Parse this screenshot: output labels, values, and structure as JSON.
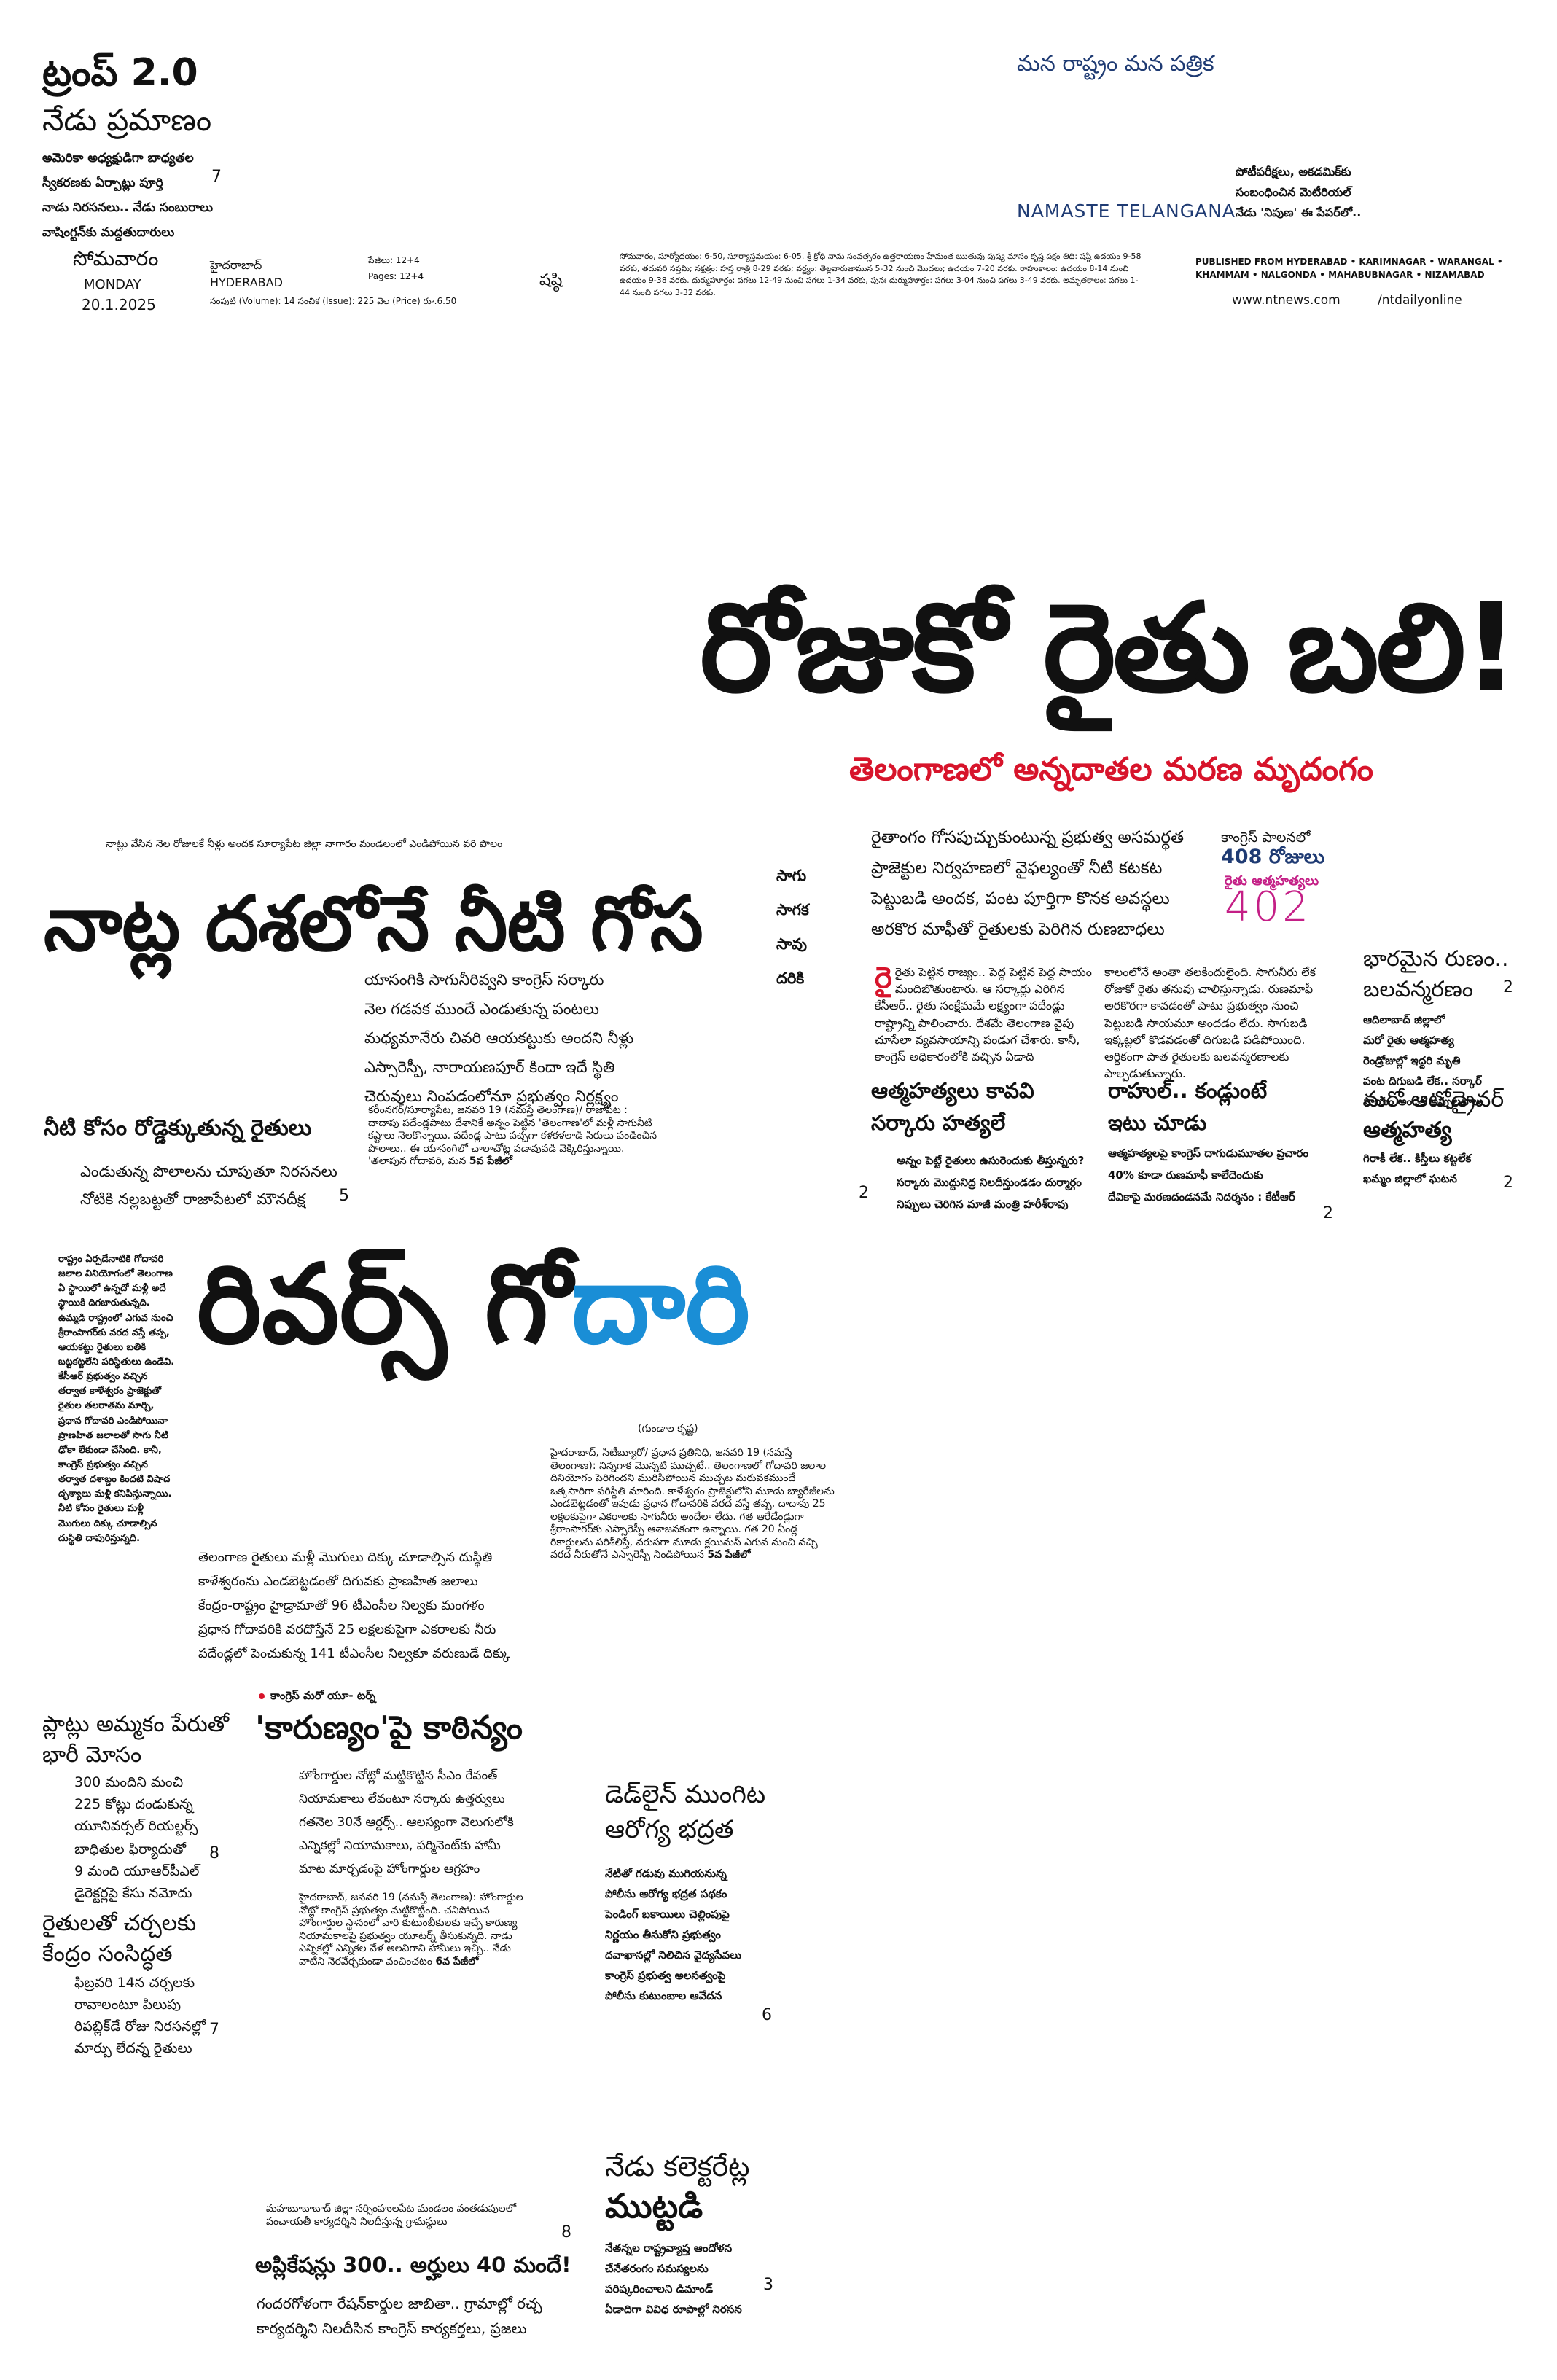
{
  "masthead": {
    "trump_title": "ట్రంప్ 2.0",
    "trump_sub": "నేడు ప్రమాణం",
    "trump_lines": [
      "అమెరికా అధ్యక్షుడిగా బాధ్యతల",
      "స్వీకరణకు ఏర్పాట్లు పూర్తి",
      "నాడు నిరసనలు.. నేడు సంబురాలు",
      "వాషింగ్టన్‌కు మద్దతుదారులు"
    ],
    "trump_page": "7",
    "slogan": "మన రాష్ట్రం మన పత్రిక",
    "paper_name": "NAMASTE TELANGANA",
    "top_right_lines": [
      "పోటీపరీక్షలు, అకడమిక్‌కు",
      "సంబంధించిన మెటీరియల్",
      "నేడు 'నిపుణ' ఈ పేపర్‌లో.."
    ],
    "day_te": "సోమవారం",
    "day_en": "MONDAY",
    "date": "20.1.2025",
    "city_te": "హైదరాబాద్",
    "city_en": "HYDERABAD",
    "pages_te": "పేజీలు: 12+4",
    "pages_en": "Pages: 12+4",
    "vol_issue": "సంపుటి (Volume): 14   సంచిక (Issue): 225   వెల (Price) రూ.6.50",
    "tithi": "షష్ఠి",
    "panchang": "సోమవారం, సూర్యోదయం: 6-50, సూర్యాస్తమయం: 6-05. శ్రీ క్రోధి నామ సంవత్సరం ఉత్తరాయణం హేమంత ఋతువు పుష్య మాసం కృష్ణ పక్షం తిథి: షష్ఠి ఉదయం 9-58 వరకు, తదుపరి సప్తమి; నక్షత్రం: హస్త రాత్రి 8-29 వరకు; వర్జ్యం: తెల్లవారుజామున 5-32 నుంచి మొదలు; ఉదయం 7-20 వరకు. రాహుకాలం: ఉదయం 8-14 నుంచి ఉదయం 9-38 వరకు. దుర్ముహూర్తం: పగలు 12-49 నుంచి పగలు 1-34 వరకు, పునః దుర్ముహూర్తం: పగలు 3-04 నుంచి పగలు 3-49 వరకు. అమృతకాలం: పగలు 1-44 నుంచి పగలు 3-32 వరకు.",
    "published_from": "PUBLISHED FROM  HYDERABAD • KARIMNAGAR • WARANGAL • KHAMMAM • NALGONDA • MAHABUBNAGAR • NIZAMABAD",
    "website": "www.ntnews.com",
    "social": "/ntdailyonline"
  },
  "lead": {
    "headline": "రోజుకో రైతు బలి!",
    "subheadline": "తెలంగాణలో అన్నదాతల మరణ మృదంగం",
    "side_words": [
      "సాగు",
      "సాగక",
      "సావు",
      "దరికి"
    ],
    "intro_lines": [
      "రైతాంగం గోసపుచ్చుకుంటున్న ప్రభుత్వ అసమర్థత",
      "ప్రాజెక్టుల నిర్వహణలో వైఫల్యంతో నీటి కటకట",
      "పెట్టుబడి అందక, పంట పూర్తిగా కొనక అవస్థలు",
      "అరకొర మాఫీతో రైతులకు పెరిగిన రుణబాధలు"
    ],
    "stat_label": "కాంగ్రెస్ పాలనలో",
    "stat_days": "408 రోజులు",
    "stat_caption": "రైతు ఆత్మహత్యలు",
    "stat_number": "402",
    "body_left": "రైతు పెట్టిన రాజ్యం.. పెద్ద పెట్టిన పెద్ద సాయం మందిబొతుంటారు. ఆ సర్కార్లు ఎరిగిన కేసీఆర్.. రైతు సంక్షేమమే లక్ష్యంగా పదేండ్లు రాష్ట్రాన్ని పాలించారు. దేశమే తెలంగాణ వైపు చూసేలా వ్యవసాయాన్ని పండుగ చేశారు. కానీ, కాంగ్రెస్ అధికారంలోకి వచ్చిన ఏడాది",
    "body_right": "కాలంలోనే అంతా తలకిందులైంది. సాగునీరు లేక రోజుకో రైతు తనువు చాలిస్తున్నాడు. రుణమాఫీ అరకొరగా కావడంతో పాటు ప్రభుత్వం నుంచి పెట్టుబడి సాయమూ అందడం లేదు. సాగుబడి ఇక్కట్లలో కొడవడంతో దిగుబడి పడిపోయింది. ఆర్థికంగా పాత రైతులకు బలవన్మరణాలకు పాల్పడుతున్నారు."
  },
  "boxes": {
    "box1_title": [
      "ఆత్మహత్యలు కావవి",
      "సర్కారు హత్యలే"
    ],
    "box1_lines": [
      "అన్నం పెట్టే రైతులు ఉసురెందుకు తీస్తున్నరు?",
      "సర్కారు మొద్దునిద్ర నిలదీస్తుండడం దుర్మార్గం",
      "నిప్పులు చెరిగిన మాజీ మంత్రి హరీశ్‌రావు"
    ],
    "box1_page": "2",
    "box2_title": [
      "రాహుల్.. కండ్లుంటే",
      "ఇటు చూడు"
    ],
    "box2_lines": [
      "ఆత్మహత్యలపై కాంగ్రెస్ దాగుడుమూతల ప్రచారం",
      "40% కూడా రుణమాఫీ కాలేదెందుకు",
      "దేవికాపై మరణదండనమే నిదర్శనం : కేటీఆర్"
    ],
    "box2_page": "2",
    "box3_title": [
      "భారమైన రుణం..",
      "బలవన్మరణం"
    ],
    "box3_lines": [
      "ఆదిలాబాద్ జిల్లాలో",
      "మరో రైతు ఆత్మహత్య",
      "రెండ్రోజుల్లో ఇద్దరి మృతి",
      "పంట దిగుబడి లేక.. సర్కార్",
      "సాయం అందక అప్పులపాలు"
    ],
    "box3_page": "2",
    "box4_title": [
      "మరో ఆటోడ్రైవర్",
      "ఆత్మహత్య"
    ],
    "box4_lines": [
      "గిరాకీ లేక.. కిస్తీలు కట్టలేక",
      "ఖమ్మం జిల్లాలో ఘటన"
    ],
    "box4_page": "2"
  },
  "natla": {
    "kicker": "నాట్లు వేసిన నెల రోజులకే నీళ్లు అందక సూర్యాపేట జిల్లా నాగారం మండలంలో ఎండిపోయిన వరి పొలం",
    "headline": "నాట్ల దశలోనే నీటి గోస",
    "lines": [
      "యాసంగికి సాగునీరివ్వని కాంగ్రెస్ సర్కారు",
      "నెల గడవక ముందే ఎండుతున్న పంటలు",
      "మధ్యమానేరు చివరి ఆయకట్టుకు అందని నీళ్లు",
      "ఎస్సారెస్పీ, నారాయణపూర్ కిందా ఇదే స్థితి",
      "చెరువులు నింపడంలోనూ ప్రభుత్వం నిర్లక్ష్యం"
    ],
    "body": "కరీంనగర్/సూర్యాపేట, జనవరి 19 (నమస్తే తెలంగాణ)/ రాజాపేట : దాదాపు పదేండ్లపాటు దేశానికే అన్నం పెట్టిన 'తెలంగాణ'లో మళ్లీ సాగునీటి కష్టాలు నెలకొన్నాయి. పదేండ్ల పాటు పచ్చగా కళకళలాడి సిరులు పండించిన పొలాలు.. ఈ యాసంగిలో చాలాచోట్ల పడావుపడి వెక్కిరిస్తున్నాయి. 'తలాపున గోదావరి, మన",
    "body_ref": "5వ పేజీలో",
    "sub_head": "నీటి కోసం రోడ్డెక్కుతున్న రైతులు",
    "sub_lines": [
      "ఎండుతున్న పొలాలను చూపుతూ నిరసనలు",
      "నోటికి నల్లబట్టతో రాజాపేటలో మౌనదీక్ష"
    ],
    "sub_page": "5"
  },
  "river": {
    "left_col": "రాష్ట్రం ఏర్పడేనాటికి గోదావరి జలాల వినియోగంలో తెలంగాణ ఏ స్థాయిలో ఉన్నదో మళ్లీ అదే స్థాయికి దిగజారుతున్నది. ఉమ్మడి రాష్ట్రంలో ఎగువ నుంచి శ్రీరాంసాగర్‌కు వరద వస్తే తప్ప, ఆయకట్టు రైతులు బతికి బట్టకట్టలేని పరిస్థితులు ఉండేవి. కేసీఆర్ ప్రభుత్వం వచ్చిన తర్వాత కాళేశ్వరం ప్రాజెక్టుతో రైతుల తలరాతను మార్చి, ప్రధాన గోదావరి ఎండిపోయినా ప్రాణహిత జలాలతో సాగు నీటి ఢోకా లేకుండా చేసింది. కానీ, కాంగ్రెస్ ప్రభుత్వం వచ్చిన తర్వాత దశాబ్దం కిందటి విషాద దృశ్యాలు మళ్లీ కనిపిస్తున్నాయి. నీటి కోసం రైతులు మళ్లీ మొగులు దిక్కు చూడాల్సిన దుస్థితి దాపురిస్తున్నది.",
    "head_black": "రివర్స్ గో",
    "head_blue": "దారి",
    "byline": "(గుండాల కృష్ణ)",
    "mid_lines": [
      "తెలంగాణ రైతులు మళ్లీ మొగులు దిక్కు చూడాల్సిన దుస్థితి",
      "కాళేశ్వరంను ఎండబెట్టడంతో దిగువకు ప్రాణహిత జలాలు",
      "కేంద్రం-రాష్ట్రం హైడ్రామాతో 96 టీఎంసీల నిల్వకు మంగళం",
      "ప్రధాన గోదావరికి వరదొస్తేనే 25 లక్షలకుపైగా ఎకరాలకు నీరు",
      "పదేండ్లలో పెంచుకున్న 141 టీఎంసీల నిల్వకూ వరుణుడే దిక్కు"
    ],
    "body": "హైదరాబాద్, సిటీబ్యూరో/ ప్రధాన ప్రతినిధి, జనవరి 19 (నమస్తే తెలంగాణ): నిన్నగాక మొన్నటి ముచ్చటే.. తెలంగాణలో గోదావరి జలాల దినియోగం పెరిగిందని మురిసిపోయిన ముచ్చట మరువకముందే ఒక్కసారిగా పరిస్థితి మారింది. కాళేశ్వరం ప్రాజెక్టులోని మూడు బ్యారేజీలను ఎండబెట్టడంతో ఇపుడు ప్రధాన గోదావరికి వరద వస్తే తప్ప, దాదాపు 25 లక్షలకుపైగా ఎకరాలకు సాగునీరు అందేలా లేదు. గత ఆరేడేండ్లుగా శ్రీరాంసాగర్‌కు ఎస్సారెస్పీ ఆశాజనకంగా ఉన్నాయి. గత 20 ఏండ్ల రికార్డులను పరిశీలిస్తే, వరుసగా మూడు క్లయిమస్ ఎగువ నుంచి వచ్చి వరద నీరుతోనే ఎస్సారెస్పీ నిండిపోయిన",
    "body_ref": "5వ పేజీలో"
  },
  "plots": {
    "title": [
      "ప్లాట్లు అమ్మకం పేరుతో",
      "భారీ మోసం"
    ],
    "lines": [
      "300 మందిని మంచి",
      "225 కోట్లు దండుకున్న",
      "యూనివర్సల్ రియల్టర్స్"
    ],
    "lines2": [
      "బాధితుల ఫిర్యాదుతో",
      "9 మంది యూఆర్‌పీఎల్",
      "డైరెక్టర్లపై కేసు నమోదు"
    ],
    "page": "8"
  },
  "farmers_talk": {
    "title": [
      "రైతులతో చర్చలకు",
      "కేంద్రం సంసిద్ధత"
    ],
    "lines": [
      "ఫిబ్రవరి 14న చర్చలకు",
      "రావాలంటూ పిలుపు",
      "రిపబ్లిక్‌డే రోజు నిరసనల్లో",
      "మార్పు లేదన్న రైతులు"
    ],
    "page": "7"
  },
  "karunyam": {
    "kicker": "కాంగ్రెస్ మరో యూ- టర్న్",
    "headline": "'కారుణ్యం'పై కాఠిన్యం",
    "lines": [
      "హోంగార్డుల నోట్లో మట్టికొట్టిన సీఎం రేవంత్",
      "నియామకాలు లేవంటూ సర్కారు ఉత్తర్వులు",
      "గతనెల 30నే ఆర్డర్స్.. ఆలస్యంగా వెలుగులోకి",
      "ఎన్నికల్లో నియామకాలు, పర్మినెంట్‌కు హామీ",
      "మాట మార్చడంపై హోంగార్డుల ఆగ్రహం"
    ],
    "body": "హైదరాబాద్, జనవరి 19 (నమస్తే తెలంగాణ): హోంగార్డుల నోట్లో కాంగ్రెస్ ప్రభుత్వం మట్టికొట్టింది. చనిపోయిన హోంగార్డుల స్థానంలో వారి కుటుంబీకులకు ఇచ్చే కారుణ్య నియామకాలపై ప్రభుత్వం యూటర్న్ తీసుకున్నది. నాడు ఎన్నికల్లో ఎన్నికల వేళ అలవిగాని హామీలు ఇచ్చి.. నేడు వాటిని నెరవేర్చకుండా వంచించటం",
    "body_ref": "6వ పేజీలో"
  },
  "deadline": {
    "title": [
      "డెడ్‌లైన్ ముంగిట",
      "ఆరోగ్య భద్రత"
    ],
    "lines": [
      "నేటితో గడువు ముగియనున్న",
      "పోలీసు ఆరోగ్య భద్రత పథకం",
      "పెండింగ్ బకాయిలు చెల్లింపుపై",
      "నిర్ణయం తీసుకోని ప్రభుత్వం",
      "దవాఖానల్లో నిలిచిన వైద్యసేవలు",
      "కాంగ్రెస్ ప్రభుత్వ అలసత్వంపై",
      "పోలీసు కుటుంబాల ఆవేదన"
    ],
    "page": "6"
  },
  "collectorate": {
    "title": [
      "నేడు కలెక్టరేట్ల",
      "ముట్టడి"
    ],
    "lines": [
      "నేతన్నల రాష్ట్రవ్యాప్త ఆందోళన",
      "చేనేతరంగం సమస్యలను",
      "పరిష్కరించాలని డిమాండ్",
      "ఏడాదిగా వివిధ రూపాల్లో నిరసన"
    ],
    "page": "3"
  },
  "applications": {
    "kicker_lines": [
      "మహబూబాబాద్ జిల్లా నర్సింహులపేట మండలం వంతడుపులలో",
      "పంచాయతీ కార్యదర్శిని నిలదీస్తున్న గ్రామస్థులు"
    ],
    "kicker_page": "8",
    "headline": "అప్లికేషన్లు 300.. అర్హులు 40 మందే!",
    "lines": [
      "గందరగోళంగా రేషన్‌కార్డుల జాబితా.. గ్రామాల్లో రచ్చ",
      "కార్యదర్శిని నిలదీసిన కాంగ్రెస్ కార్యకర్తలు, ప్రజలు"
    ]
  }
}
